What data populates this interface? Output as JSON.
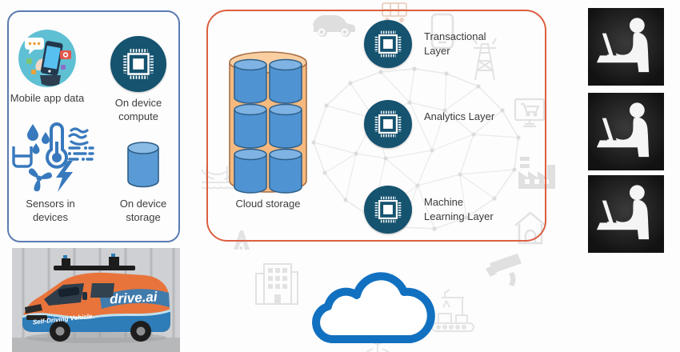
{
  "device_panel": {
    "items": [
      {
        "id": "mobile-app-data",
        "label": "Mobile app data",
        "icon": "mobile-app-icon"
      },
      {
        "id": "on-device-compute",
        "label": "On device compute",
        "icon": "chip-icon"
      },
      {
        "id": "sensors-in-devices",
        "label": "Sensors in devices",
        "icon": "sensors-icon"
      },
      {
        "id": "on-device-storage",
        "label": "On device storage",
        "icon": "cylinder-icon"
      }
    ]
  },
  "cloud_panel": {
    "storage_label": "Cloud storage",
    "storage_icon": "cylinder-stack-icon",
    "layers": [
      {
        "label": "Transactional Layer",
        "icon": "chip-icon"
      },
      {
        "label": "Analytics Layer",
        "icon": "chip-icon"
      },
      {
        "label": "Machine Learning Layer",
        "icon": "chip-icon"
      }
    ]
  },
  "cloud_icon": "cloud-outline-icon",
  "viewers": {
    "count": 3,
    "icon": "person-laptop-icon"
  },
  "vehicle_photo": {
    "brand": "drive.ai",
    "banner": "Self-Driving Vehicle"
  },
  "background_icons": [
    "car",
    "truck",
    "phone",
    "transmission-tower",
    "ecommerce-monitor",
    "factory",
    "house",
    "bridge",
    "highway",
    "building",
    "cctv-camera",
    "conveyor",
    "tree",
    "network-mesh"
  ],
  "colors": {
    "device_panel_border": "#5b7cb0",
    "cloud_panel_border": "#dc5f40",
    "chip_circle": "#15536f",
    "mobile_circle_teal": "#5fc0d4",
    "sensor_blue": "#3879bd",
    "cylinder_blue": "#4f93d2",
    "cloud_cylinder_orange": "#f6b97f",
    "cloud_outline_blue": "#1170c0",
    "van_orange": "#e8743c",
    "van_wave_blue": "#2e7cb8"
  }
}
